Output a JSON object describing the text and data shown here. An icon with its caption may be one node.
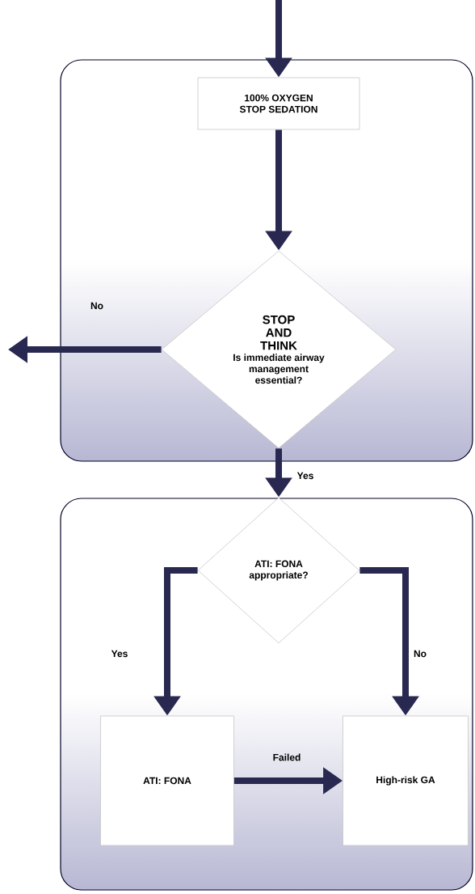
{
  "diagram": {
    "nodes": [
      {
        "text": [],
        "shape": "box"
      },
      {
        "text": [
          "100% OXYGEN STOP SEDATION"
        ],
        "in": 0
      },
      {
        "text": [
          "STOP AND THINK",
          "Is immediate airway management essential?"
        ],
        "in": 0
      },
      {
        "text": [],
        "shape": "box"
      },
      {
        "text": [
          "ATI: FONA appropriate?"
        ],
        "in": 3
      },
      {
        "text": [
          "ATI: FONA"
        ],
        "in": 3
      },
      {
        "text": [
          "High-risk GA"
        ],
        "in": 3
      }
    ],
    "edges": [
      {
        "from": null,
        "to": 1,
        "arrow": "to"
      },
      {
        "from": 1,
        "to": 2,
        "arrow": "to"
      },
      {
        "from": 2,
        "to": null,
        "arrow": "to",
        "label": "No"
      },
      {
        "from": 2,
        "to": 4,
        "arrow": "to",
        "label": "Yes"
      },
      {
        "from": 4,
        "to": 5,
        "arrow": "to",
        "label": "Yes"
      },
      {
        "from": 4,
        "to": 6,
        "arrow": "to",
        "label": "No"
      },
      {
        "from": 5,
        "to": 6,
        "arrow": "to",
        "label": "Failed"
      }
    ]
  }
}
